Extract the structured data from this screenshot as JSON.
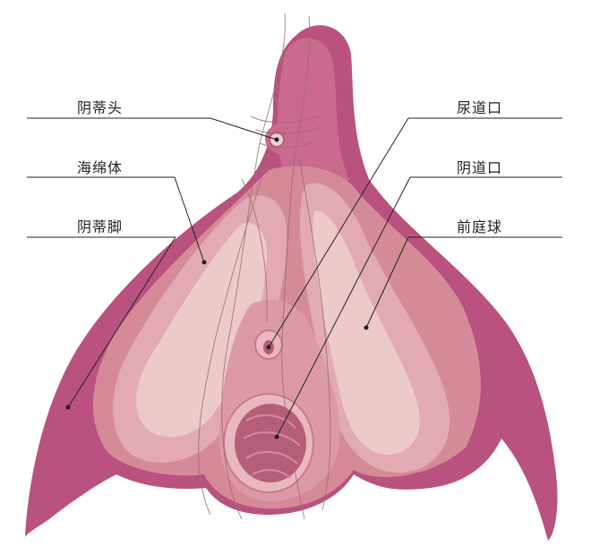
{
  "labels": {
    "glans": "阴蒂头",
    "corpus": "海绵体",
    "crus": "阴蒂脚",
    "urethral": "尿道口",
    "vaginal": "阴道口",
    "bulb": "前庭球"
  },
  "colors": {
    "outer": "#b9527f",
    "outer_light": "#c96a8e",
    "body": "#d58a98",
    "bulb": "#e2aab2",
    "bulb_inner": "#eccaca",
    "opening": "#b55e7a",
    "opening_inner": "#c97590",
    "leader": "#222222",
    "vein": "#9a6b6f"
  }
}
